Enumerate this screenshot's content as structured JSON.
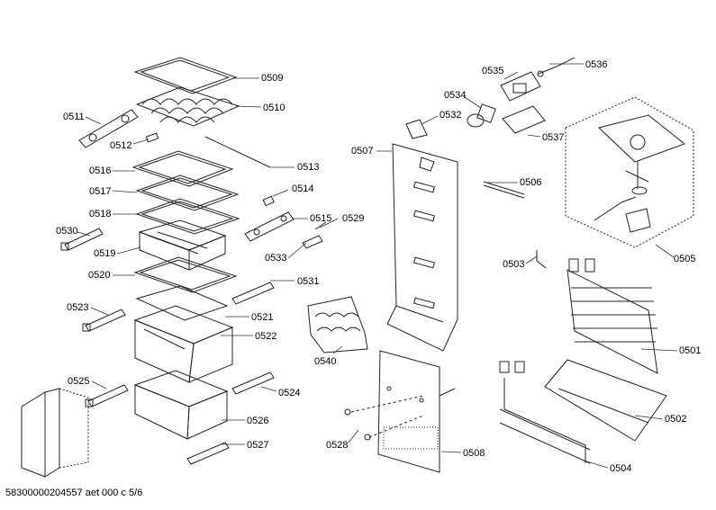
{
  "diagram": {
    "parts": [
      {
        "key": "p0509",
        "label": "0509"
      },
      {
        "key": "p0510",
        "label": "0510"
      },
      {
        "key": "p0511",
        "label": "0511"
      },
      {
        "key": "p0512",
        "label": "0512"
      },
      {
        "key": "p0513",
        "label": "0513"
      },
      {
        "key": "p0514",
        "label": "0514"
      },
      {
        "key": "p0515",
        "label": "0515"
      },
      {
        "key": "p0516",
        "label": "0516"
      },
      {
        "key": "p0517",
        "label": "0517"
      },
      {
        "key": "p0518",
        "label": "0518"
      },
      {
        "key": "p0519",
        "label": "0519"
      },
      {
        "key": "p0520",
        "label": "0520"
      },
      {
        "key": "p0521",
        "label": "0521"
      },
      {
        "key": "p0522",
        "label": "0522"
      },
      {
        "key": "p0523",
        "label": "0523"
      },
      {
        "key": "p0524",
        "label": "0524"
      },
      {
        "key": "p0525",
        "label": "0525"
      },
      {
        "key": "p0526",
        "label": "0526"
      },
      {
        "key": "p0527",
        "label": "0527"
      },
      {
        "key": "p0528",
        "label": "0528"
      },
      {
        "key": "p0529",
        "label": "0529"
      },
      {
        "key": "p0530",
        "label": "0530"
      },
      {
        "key": "p0531",
        "label": "0531"
      },
      {
        "key": "p0532",
        "label": "0532"
      },
      {
        "key": "p0533",
        "label": "0533"
      },
      {
        "key": "p0534",
        "label": "0534"
      },
      {
        "key": "p0535",
        "label": "0535"
      },
      {
        "key": "p0536",
        "label": "0536"
      },
      {
        "key": "p0537",
        "label": "0537"
      },
      {
        "key": "p0540",
        "label": "0540"
      },
      {
        "key": "p0501",
        "label": "0501"
      },
      {
        "key": "p0502",
        "label": "0502"
      },
      {
        "key": "p0503",
        "label": "0503"
      },
      {
        "key": "p0504",
        "label": "0504"
      },
      {
        "key": "p0505",
        "label": "0505"
      },
      {
        "key": "p0506",
        "label": "0506"
      },
      {
        "key": "p0507",
        "label": "0507"
      },
      {
        "key": "p0508",
        "label": "0508"
      }
    ],
    "footer": "58300000204557 aet 000 c 5/6"
  }
}
